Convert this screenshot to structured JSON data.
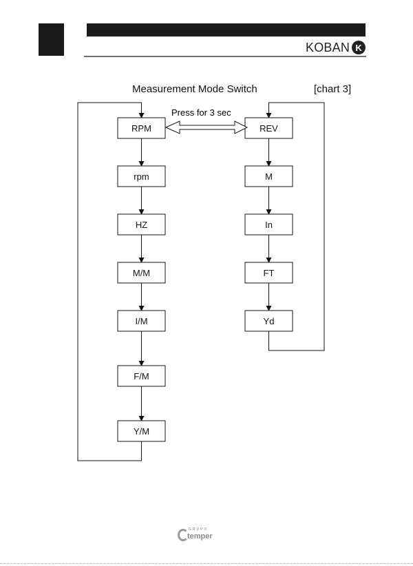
{
  "header": {
    "brand_name": "KOBAN",
    "brand_badge": "K"
  },
  "diagram": {
    "title": "Measurement Mode Switch",
    "chart_ref": "[chart 3]",
    "toggle_label": "Press for 3 sec",
    "left_chain": [
      "RPM",
      "rpm",
      "HZ",
      "M/M",
      "I/M",
      "F/M",
      "Y/M"
    ],
    "right_chain": [
      "REV",
      "M",
      "In",
      "FT",
      "Yd"
    ],
    "left_loops": true,
    "right_loops": true
  },
  "footer": {
    "brand_top": "GRUPO",
    "brand_name": "temper"
  }
}
